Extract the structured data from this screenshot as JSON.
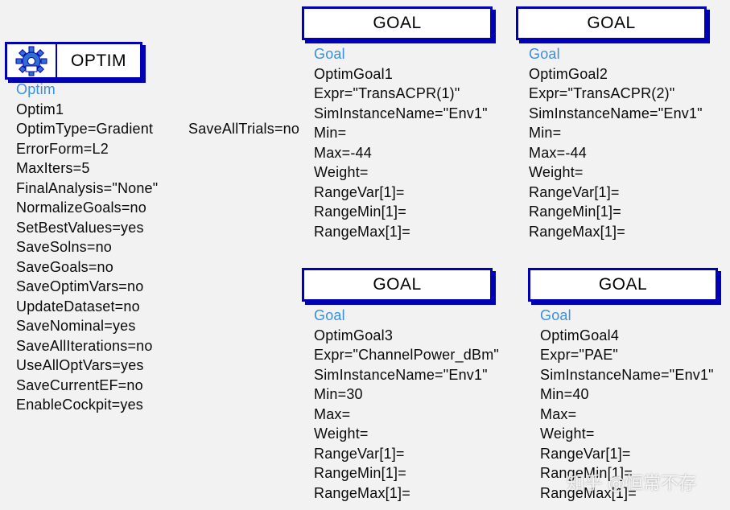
{
  "colors": {
    "background": "#f2f2f2",
    "border": "#0000b4",
    "type_label": "#3a8fe0",
    "text": "#0a0a0a"
  },
  "optim": {
    "header_title": "OPTIM",
    "icon": "optimizer-gears-icon",
    "type_label": "Optim",
    "instance_name": "Optim1",
    "params": [
      "OptimType=Gradient",
      "ErrorForm=L2",
      "MaxIters=5",
      "FinalAnalysis=\"None\"",
      "NormalizeGoals=no",
      "SetBestValues=yes",
      "SaveSolns=no",
      "SaveGoals=no",
      "SaveOptimVars=no",
      "UpdateDataset=no",
      "SaveNominal=yes",
      "SaveAllIterations=no",
      "UseAllOptVars=yes",
      "SaveCurrentEF=no",
      "EnableCockpit=yes"
    ],
    "extra_param": "SaveAllTrials=no"
  },
  "goals": [
    {
      "header_title": "GOAL",
      "type_label": "Goal",
      "instance_name": "OptimGoal1",
      "params": [
        "Expr=\"TransACPR(1)\"",
        "SimInstanceName=\"Env1\"",
        "Min=",
        "Max=-44",
        "Weight=",
        "RangeVar[1]=",
        "RangeMin[1]=",
        "RangeMax[1]="
      ]
    },
    {
      "header_title": "GOAL",
      "type_label": "Goal",
      "instance_name": "OptimGoal2",
      "params": [
        "Expr=\"TransACPR(2)\"",
        "SimInstanceName=\"Env1\"",
        "Min=",
        "Max=-44",
        "Weight=",
        "RangeVar[1]=",
        "RangeMin[1]=",
        "RangeMax[1]="
      ]
    },
    {
      "header_title": "GOAL",
      "type_label": "Goal",
      "instance_name": "OptimGoal3",
      "params": [
        "Expr=\"ChannelPower_dBm\"",
        "SimInstanceName=\"Env1\"",
        "Min=30",
        "Max=",
        "Weight=",
        "RangeVar[1]=",
        "RangeMin[1]=",
        "RangeMax[1]="
      ]
    },
    {
      "header_title": "GOAL",
      "type_label": "Goal",
      "instance_name": "OptimGoal4",
      "params": [
        "Expr=\"PAE\"",
        "SimInstanceName=\"Env1\"",
        "Min=40",
        "Max=",
        "Weight=",
        "RangeVar[1]=",
        "RangeMin[1]=",
        "RangeMax[1]="
      ]
    }
  ],
  "watermark": "知乎 @恒常不存"
}
